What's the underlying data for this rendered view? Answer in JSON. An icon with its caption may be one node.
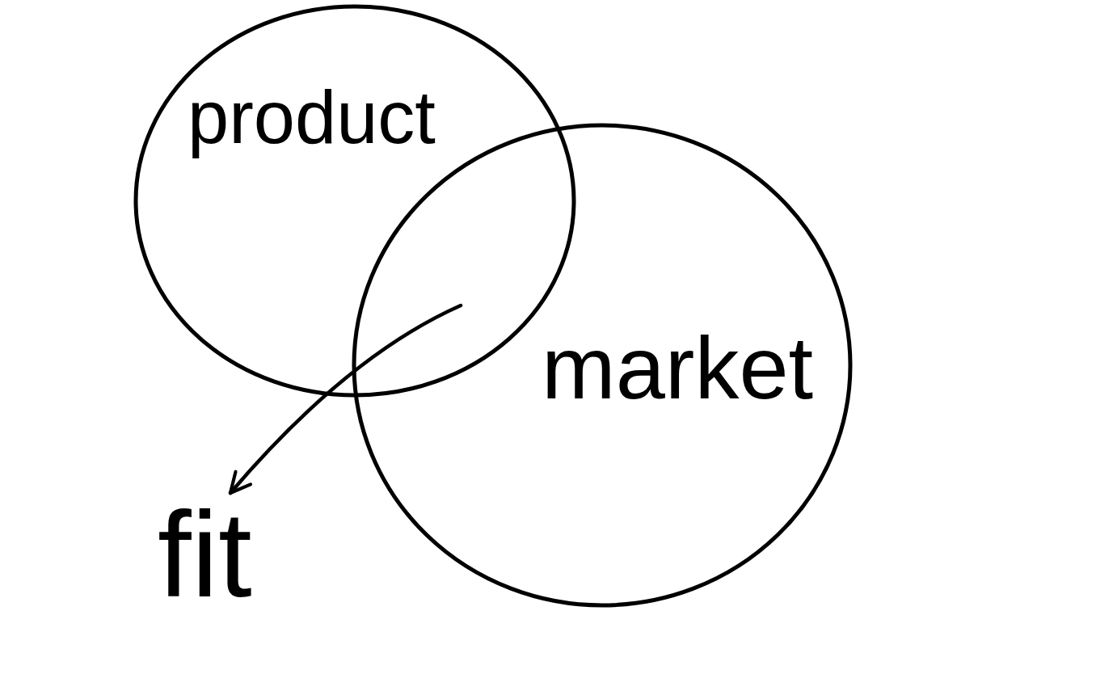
{
  "diagram": {
    "nodes": [
      {
        "text": [
          "product"
        ]
      },
      {
        "text": [
          "market"
        ]
      },
      {
        "text": [
          "fit"
        ]
      }
    ],
    "edges": [
      {
        "from": 0,
        "to": 2,
        "arrow": "to"
      },
      {
        "from": 1,
        "to": 2,
        "arrow": "to"
      }
    ]
  }
}
